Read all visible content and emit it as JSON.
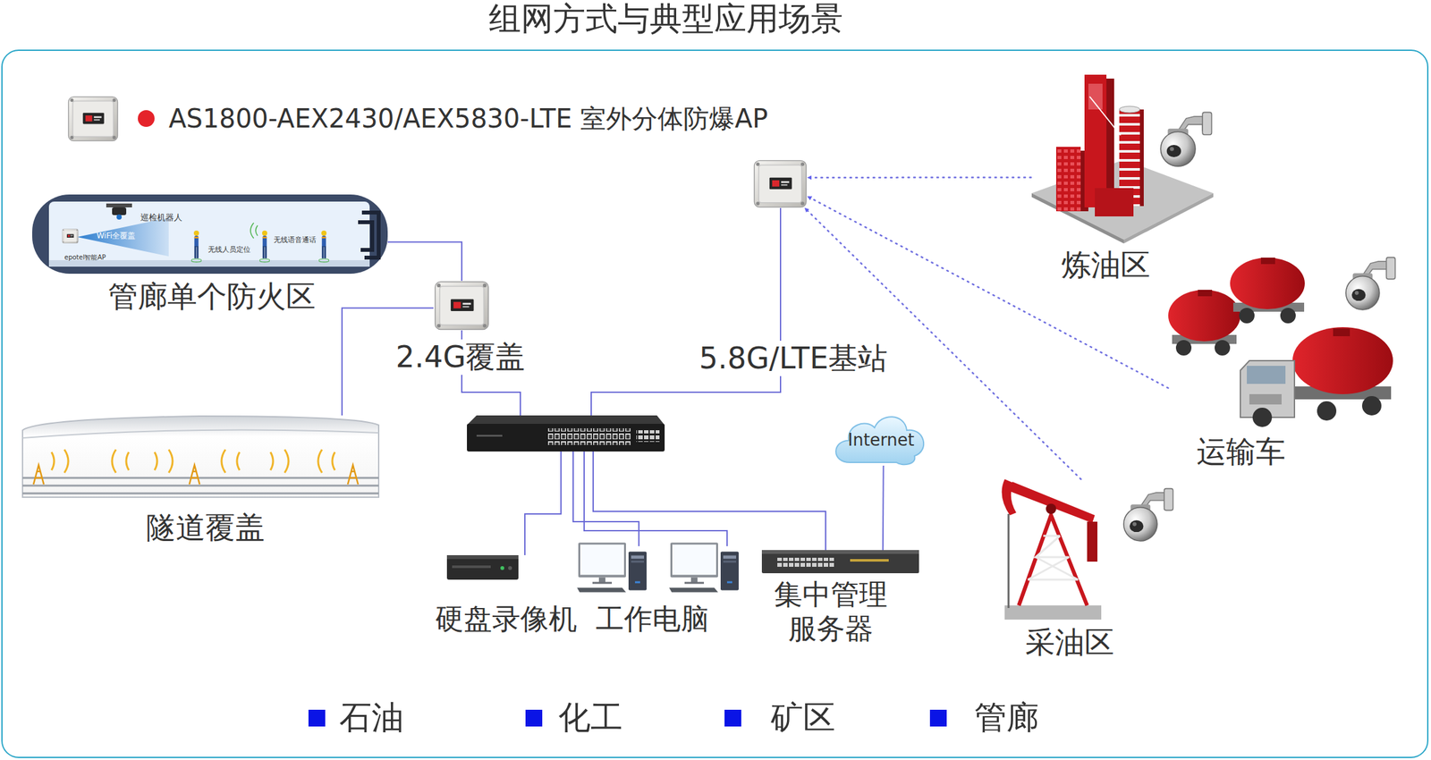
{
  "diagram": {
    "title": "组网方式与典型应用场景",
    "nodes": [
      {
        "text": [
          "管廊单个防火区"
        ]
      },
      {
        "text": [
          "2.4G覆盖"
        ]
      },
      {
        "text": [
          "5.8G/LTE基站"
        ]
      },
      {
        "text": [
          "炼油区"
        ]
      },
      {
        "text": [
          "运输车"
        ]
      },
      {
        "text": [
          "隧道覆盖"
        ]
      },
      {
        "text": [
          "Internet"
        ]
      },
      {
        "text": [
          "采油区"
        ]
      },
      {
        "text": [
          "硬盘录像机"
        ]
      },
      {
        "text": [
          "工作电脑"
        ]
      },
      {
        "text": [
          "集中管理 服务器"
        ]
      }
    ],
    "edges": [
      {
        "from": 0,
        "to": 1,
        "arrow": "none"
      },
      {
        "from": 5,
        "to": 1,
        "arrow": "none"
      },
      {
        "from": 3,
        "to": 2,
        "arrow": "to"
      },
      {
        "from": 4,
        "to": 2,
        "arrow": "to"
      },
      {
        "from": 7,
        "to": 2,
        "arrow": "to"
      },
      {
        "from": 10,
        "to": 6,
        "arrow": "none"
      }
    ],
    "labels": [
      "巡检机器人",
      "WiFi全覆盖",
      "无线人员定位",
      "无线语音通话",
      "epotel智能AP"
    ],
    "legend": [
      {
        "text": "AS1800-AEX2430/AEX5830-LTE 室外分体防爆AP",
        "color": "#e5232a"
      },
      {
        "text": "石油",
        "color": "#0a14e6"
      },
      {
        "text": "化工",
        "color": "#0a14e6"
      },
      {
        "text": "矿区",
        "color": "#0a14e6"
      },
      {
        "text": "管廊",
        "color": "#0a14e6"
      }
    ]
  }
}
